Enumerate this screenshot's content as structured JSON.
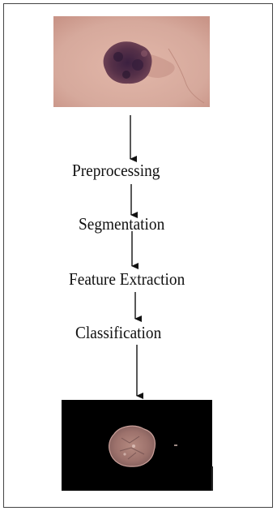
{
  "flow": {
    "steps": [
      "Preprocessing",
      "Segmentation",
      "Feature Extraction",
      "Classification"
    ]
  },
  "images": {
    "input": "skin-lesion-photo",
    "output": "segmented-lesion-on-black"
  },
  "colors": {
    "skin": "#d9ab9e",
    "lesion": "#4a2a45",
    "output_background": "#000000",
    "output_lesion": "#a77b74"
  }
}
